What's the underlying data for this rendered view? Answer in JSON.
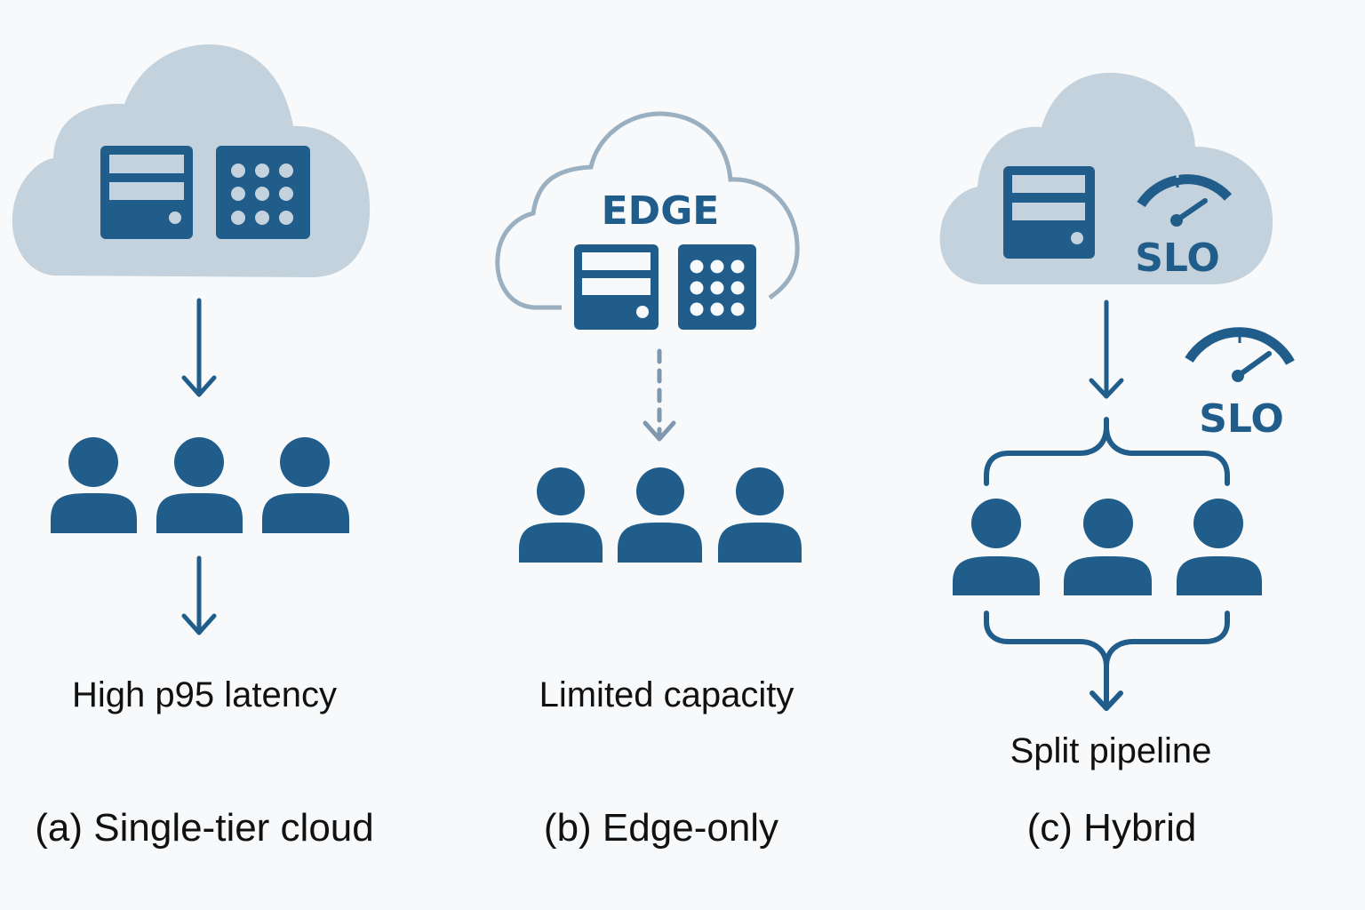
{
  "colors": {
    "background": "#f7f9fb",
    "primary": "#215d8b",
    "cloud_fill": "#c3d2dc",
    "edge_outline": "#9aafc0",
    "dashed_arrow": "#7f98ae",
    "text": "#111111"
  },
  "panels": [
    {
      "id": "a",
      "caption": "(a) Single-tier cloud",
      "outcome": "High p95 latency",
      "cloud_style": "filled",
      "cloud_icons": [
        "server-icon",
        "cpu-grid-icon"
      ],
      "users": 3
    },
    {
      "id": "b",
      "caption": "(b) Edge-only",
      "outcome": "Limited capacity",
      "cloud_style": "outline",
      "cloud_label": "EDGE",
      "cloud_icons": [
        "server-icon",
        "cpu-grid-icon"
      ],
      "arrow_style": "dashed",
      "users": 3
    },
    {
      "id": "c",
      "caption": "(c) Hybrid",
      "outcome": "Split pipeline",
      "cloud_style": "filled",
      "cloud_icons": [
        "server-icon",
        "gauge-icon"
      ],
      "cloud_gauge_label": "SLO",
      "side_gauge_label": "SLO",
      "users": 3
    }
  ]
}
